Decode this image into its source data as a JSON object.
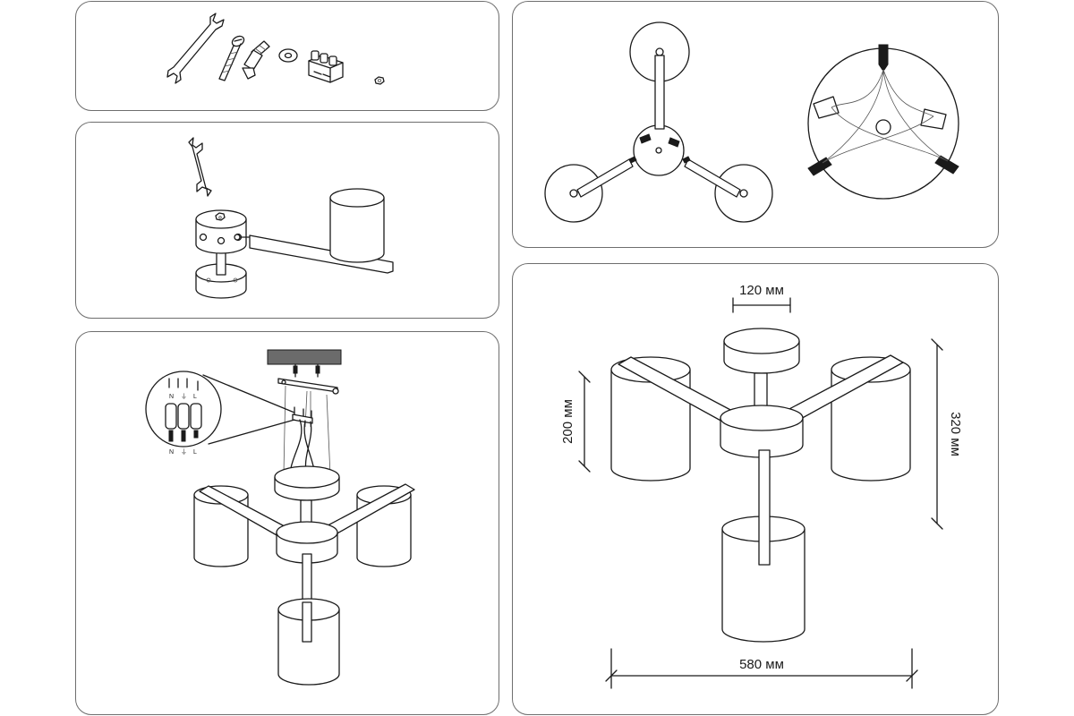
{
  "panels": {
    "parts": {
      "items": [
        "wrench",
        "screw",
        "wall-plug",
        "washer",
        "terminal-block",
        "nut"
      ]
    },
    "wiring": {
      "terminal_labels_top": [
        "N",
        "⏚",
        "L"
      ],
      "terminal_labels_bottom": [
        "N",
        "⏚",
        "L"
      ]
    },
    "dimensions": {
      "canopy_diameter": "120 мм",
      "shade_height": "200 мм",
      "total_height": "320 мм",
      "total_width": "580 мм"
    }
  }
}
